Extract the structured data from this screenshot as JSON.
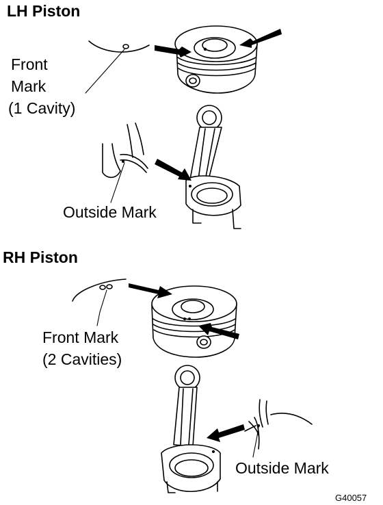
{
  "lh": {
    "heading": "LH Piston",
    "front_mark": [
      "Front",
      "Mark",
      "(1 Cavity)"
    ],
    "outside_mark": "Outside Mark"
  },
  "rh": {
    "heading": "RH Piston",
    "front_mark": [
      "Front Mark",
      "(2 Cavities)"
    ],
    "outside_mark": "Outside Mark"
  },
  "figure_code": "G40057"
}
